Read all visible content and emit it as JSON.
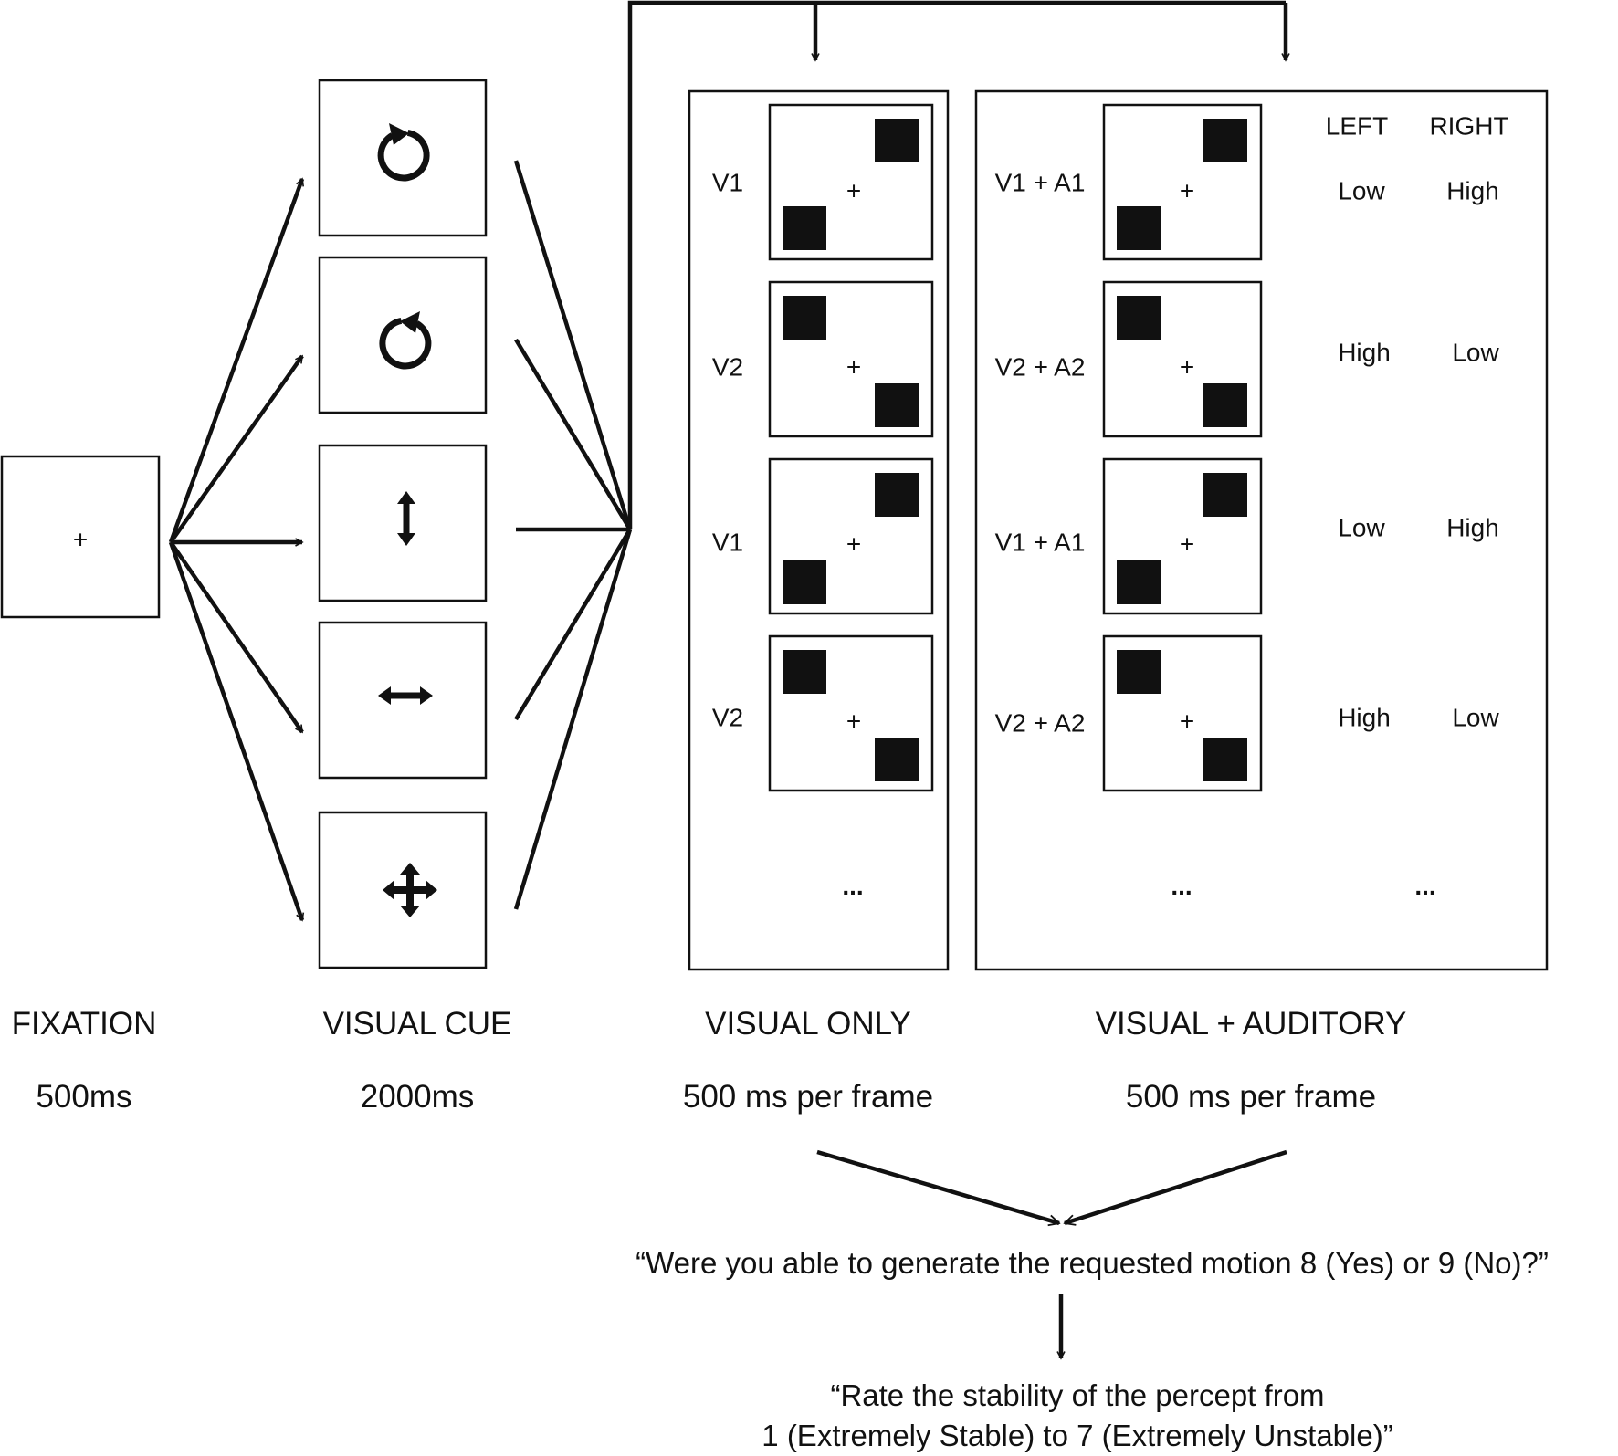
{
  "fixation": {
    "label": "FIXATION",
    "duration": "500ms",
    "symbol": "+"
  },
  "visual_cue": {
    "label": "VISUAL CUE",
    "duration": "2000ms",
    "cues": [
      "rotate-clockwise-icon",
      "rotate-counterclockwise-icon",
      "vertical-arrow-icon",
      "horizontal-arrow-icon",
      "four-way-arrow-icon"
    ]
  },
  "visual_only": {
    "label": "VISUAL ONLY",
    "duration": "500 ms per frame",
    "frames": [
      "V1",
      "V2",
      "V1",
      "V2"
    ],
    "ellipsis": "..."
  },
  "visual_auditory": {
    "label": "VISUAL + AUDITORY",
    "duration": "500 ms per frame",
    "frames": [
      "V1 + A1",
      "V2 + A2",
      "V1 + A1",
      "V2 + A2"
    ],
    "column_headers": {
      "left": "LEFT",
      "right": "RIGHT"
    },
    "tones": [
      {
        "left": "Low",
        "right": "High"
      },
      {
        "left": "High",
        "right": "Low"
      },
      {
        "left": "Low",
        "right": "High"
      },
      {
        "left": "High",
        "right": "Low"
      }
    ],
    "ellipsis": "...",
    "ellipsis_right": "..."
  },
  "question_1": "“Were you able to generate the requested motion 8 (Yes) or 9 (No)?”",
  "question_2_line1": "“Rate the stability of the percept from",
  "question_2_line2": "1 (Extremely Stable) to 7 (Extremely Unstable)”",
  "colors": {
    "ink": "#111111",
    "background": "#ffffff"
  }
}
